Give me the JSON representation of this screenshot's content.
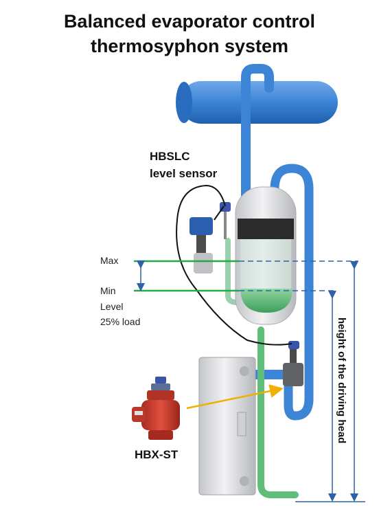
{
  "title": {
    "line1": "Balanced evaporator control",
    "line2": "thermosyphon system"
  },
  "labels": {
    "sensor_line1": "HBSLC",
    "sensor_line2": "level sensor",
    "max": "Max",
    "min": "Min",
    "level": "Level",
    "load": "25% load",
    "valve": "HBX-ST",
    "driving_head": "height of the driving head"
  },
  "colors": {
    "pipe_blue": "#3c84d6",
    "vessel_grey": "#dcdde0",
    "liquid_green": "#5fbf7a",
    "level_line_green": "#22aa44",
    "dim_blue": "#2e62a8",
    "arrow_orange": "#f0b000",
    "valve_red": "#c0392b"
  }
}
